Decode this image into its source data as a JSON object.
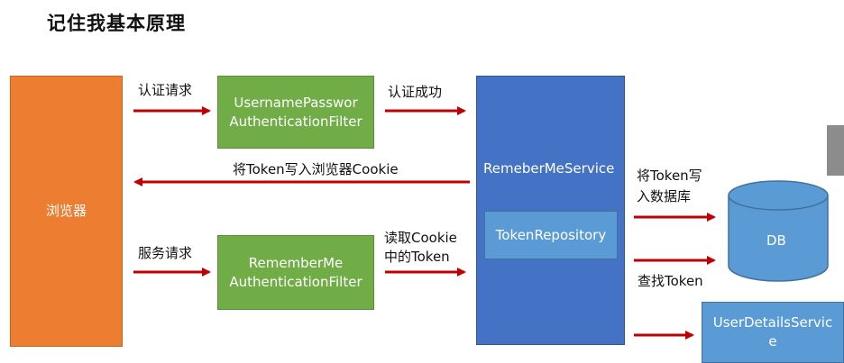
{
  "title": "记住我基本原理",
  "browser": {
    "label": "浏览器"
  },
  "filter1": {
    "line1": "UsernamePasswor",
    "line2": "AuthenticationFilter"
  },
  "filter2": {
    "line1": "RememberMe",
    "line2": "AuthenticationFilter"
  },
  "service": {
    "label": "RemeberMeService"
  },
  "repo": {
    "label": "TokenRepository"
  },
  "db": {
    "label": "DB"
  },
  "user_details": {
    "line1": "UserDetailsServic",
    "line2": "e"
  },
  "labels": {
    "auth_request": "认证请求",
    "auth_success": "认证成功",
    "write_cookie": "将Token写入浏览器Cookie",
    "write_db_line1": "将Token写",
    "write_db_line2": "入数据库",
    "service_request": "服务请求",
    "read_cookie_line1": "读取Cookie",
    "read_cookie_line2": "中的Token",
    "find_token": "查找Token"
  },
  "colors": {
    "arrow": "#c00000",
    "browser": "#ed7d31",
    "filter": "#70ad47",
    "service": "#4472c4",
    "repo": "#5b9bd5",
    "db": "#5b9bd5"
  }
}
